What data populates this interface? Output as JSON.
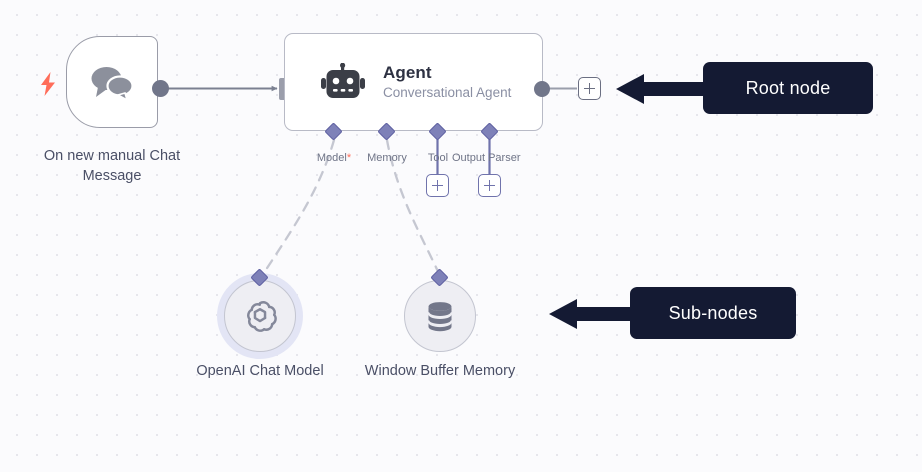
{
  "canvas": {
    "background_color": "#fbfbfd",
    "grid_dot_color": "#e6e6ec"
  },
  "nodes": {
    "trigger": {
      "caption": "On new manual Chat Message",
      "icon": "chat-bubbles-icon",
      "badge_icon": "lightning-bolt-icon",
      "badge_color": "#ff6d5a",
      "icon_color": "#8c909c"
    },
    "agent": {
      "title": "Agent",
      "subtitle": "Conversational Agent",
      "icon": "robot-icon",
      "icon_color": "#3b3e47",
      "endpoints": [
        {
          "label": "Model",
          "required": true,
          "required_marker": "*"
        },
        {
          "label": "Memory",
          "required": false,
          "required_marker": ""
        },
        {
          "label": "Tool",
          "required": false,
          "required_marker": ""
        },
        {
          "label": "Output Parser",
          "required": false,
          "required_marker": ""
        }
      ]
    },
    "subnodes": [
      {
        "caption": "OpenAI Chat Model",
        "icon": "openai-logo-icon",
        "highlighted": true
      },
      {
        "caption": "Window Buffer Memory",
        "icon": "database-stack-icon",
        "highlighted": false
      }
    ]
  },
  "buttons": {
    "add_main_output": {
      "icon": "plus-icon",
      "color": "#6b6f82"
    },
    "add_tool": {
      "icon": "plus-icon",
      "color": "#7073ac"
    },
    "add_output_parser": {
      "icon": "plus-icon",
      "color": "#7073ac"
    }
  },
  "annotations": [
    {
      "text": "Root node",
      "background": "#141a33",
      "text_color": "#ffffff",
      "arrow": "arrow-left-icon"
    },
    {
      "text": "Sub-nodes",
      "background": "#141a33",
      "text_color": "#ffffff",
      "arrow": "arrow-left-icon"
    }
  ],
  "colors": {
    "connector_diamond": "#7e81b8",
    "edge_line": "#7b8091",
    "dashed_edge": "#c5c7d1",
    "required_star": "#ff6d5a"
  }
}
